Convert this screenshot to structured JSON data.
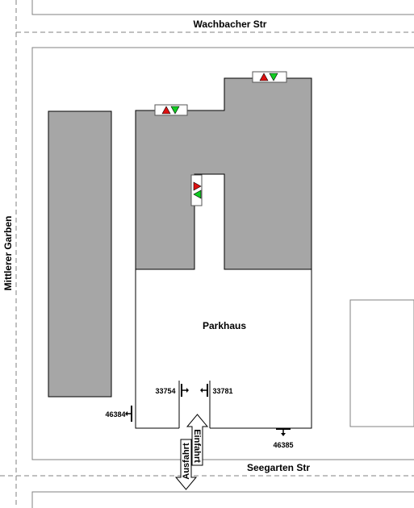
{
  "streets": {
    "north": "Wachbacher Str",
    "south": "Seegarten Str",
    "west": "Mittlerer Garben"
  },
  "building_label": "Parkhaus",
  "sensors": [
    {
      "id": "33754",
      "direction": "right-arrow"
    },
    {
      "id": "33781",
      "direction": "left-arrow"
    },
    {
      "id": "46384",
      "direction": "left-arrow"
    },
    {
      "id": "46385",
      "direction": "down-arrow"
    }
  ],
  "gates": {
    "exit_label": "Ausfahrt",
    "entry_label": "Einfahrt"
  },
  "traffic_lights": [
    {
      "name": "north-roof",
      "signals": [
        "red-up",
        "green-down"
      ]
    },
    {
      "name": "west-roof",
      "signals": [
        "red-up",
        "green-down"
      ]
    },
    {
      "name": "inner-court",
      "signals": [
        "red-right",
        "green-left"
      ]
    }
  ],
  "colors": {
    "building_fill": "#a6a6a6",
    "signal_red": "#dd1111",
    "signal_green": "#11cc22",
    "street_line": "#808080"
  }
}
